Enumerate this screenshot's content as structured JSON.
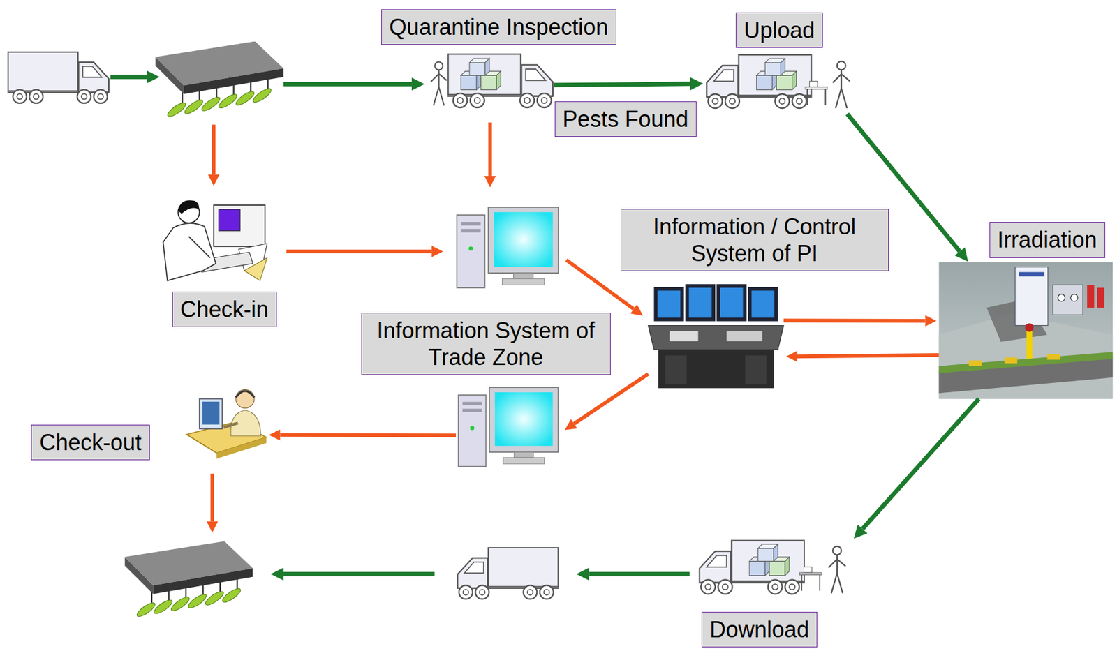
{
  "diagram": {
    "nodes": [
      {
        "text": [
          "Quarantine Inspection"
        ]
      },
      {
        "text": [
          "Upload"
        ]
      },
      {
        "text": [
          "Pests Found"
        ]
      },
      {
        "text": [
          "Information / Control System of PI"
        ]
      },
      {
        "text": [
          "Irradiation"
        ]
      },
      {
        "text": [
          "Check-in"
        ]
      },
      {
        "text": [
          "Information System of Trade Zone"
        ]
      },
      {
        "text": [
          "Check-out"
        ]
      },
      {
        "text": [
          "Download"
        ]
      }
    ],
    "edges": [
      {
        "from": 0,
        "to": 1,
        "arrow": "to"
      },
      {
        "from": 1,
        "to": 4,
        "arrow": "to"
      },
      {
        "from": 4,
        "to": 8,
        "arrow": "to"
      },
      {
        "from": 3,
        "to": 4,
        "arrow": "to"
      },
      {
        "from": 4,
        "to": 3,
        "arrow": "to"
      },
      {
        "from": 3,
        "to": 6,
        "arrow": "to"
      },
      {
        "from": 6,
        "to": 7,
        "arrow": "to"
      }
    ]
  }
}
